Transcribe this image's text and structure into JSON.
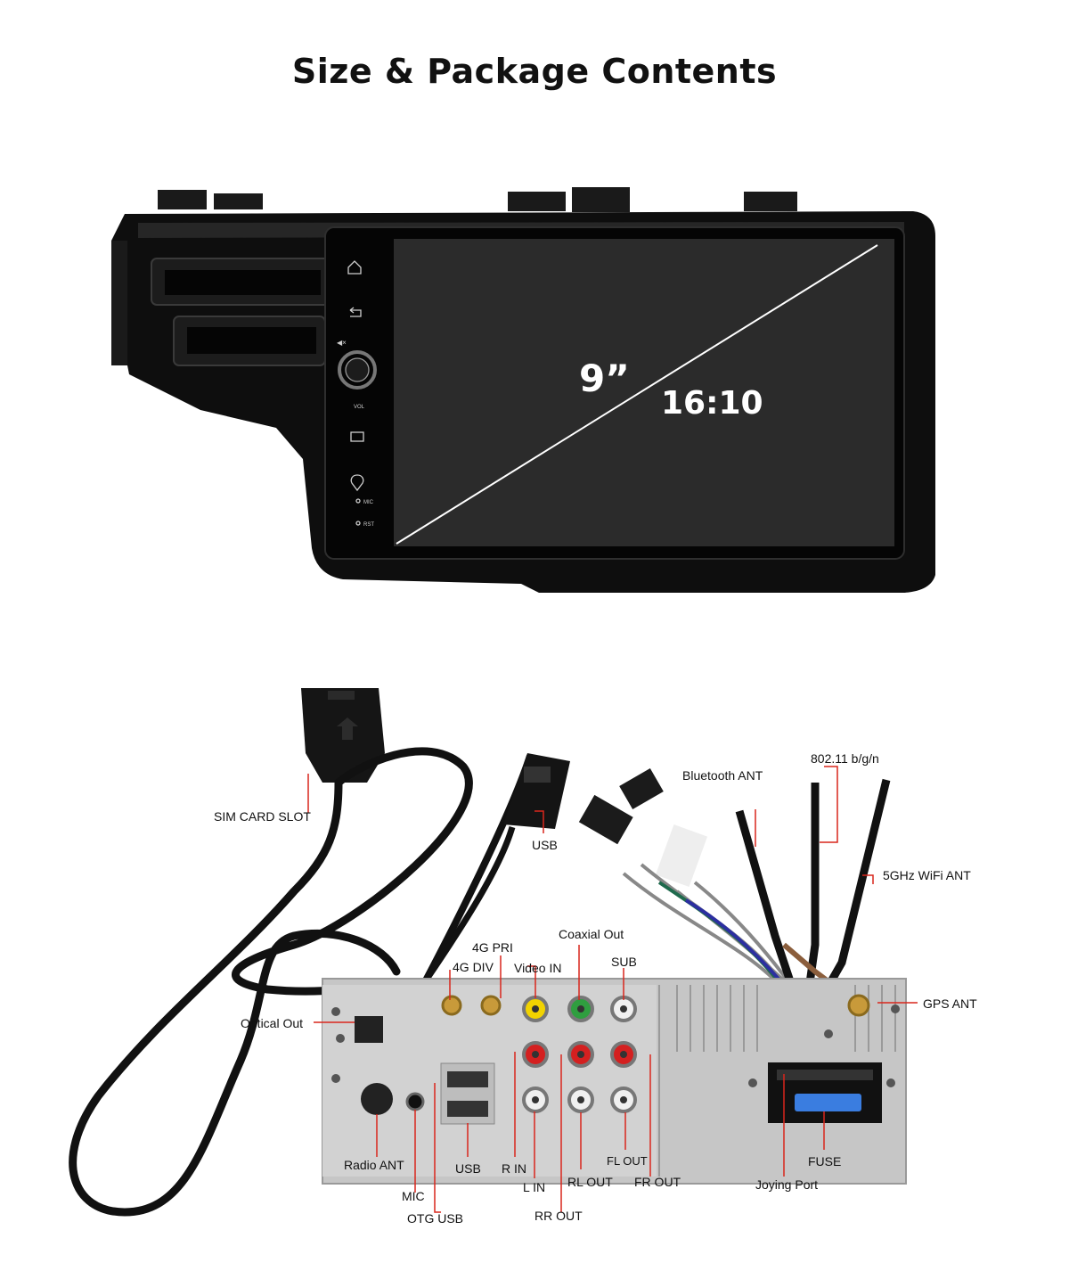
{
  "title": "Size & Package Contents",
  "screen": {
    "size": "9”",
    "ratio": "16:10"
  },
  "panel_buttons": [
    "home-icon",
    "back-icon",
    "mute-icon",
    "volume-knob",
    "radio-icon",
    "navigation-icon"
  ],
  "panel_labels": {
    "vol": "VOL",
    "mic": "MIC",
    "rst": "RST"
  },
  "labels": {
    "sim_card_slot": "SIM CARD SLOT",
    "usb_cable": "USB",
    "bluetooth_ant": "Bluetooth ANT",
    "wifi_24": "802.11 b/g/n",
    "wifi_5": "5GHz WiFi ANT",
    "coaxial_out": "Coaxial Out",
    "four_g_pri": "4G PRI",
    "four_g_div": "4G DIV",
    "video_in": "Video IN",
    "sub": "SUB",
    "gps_ant": "GPS ANT",
    "optical_out": "Optical Out",
    "radio_ant": "Radio ANT",
    "usb_port": "USB",
    "mic": "MIC",
    "otg_usb": "OTG USB",
    "r_in": "R IN",
    "l_in": "L IN",
    "rr_out": "RR OUT",
    "rl_out": "RL OUT",
    "fl_out": "FL OUT",
    "fr_out": "FR OUT",
    "joying_port": "Joying Port",
    "fuse": "FUSE"
  },
  "colors": {
    "frame": "#0d0d0d",
    "screen": "#2a2a2a",
    "chassis": "#c9c9c9",
    "callout": "#d9261c"
  }
}
